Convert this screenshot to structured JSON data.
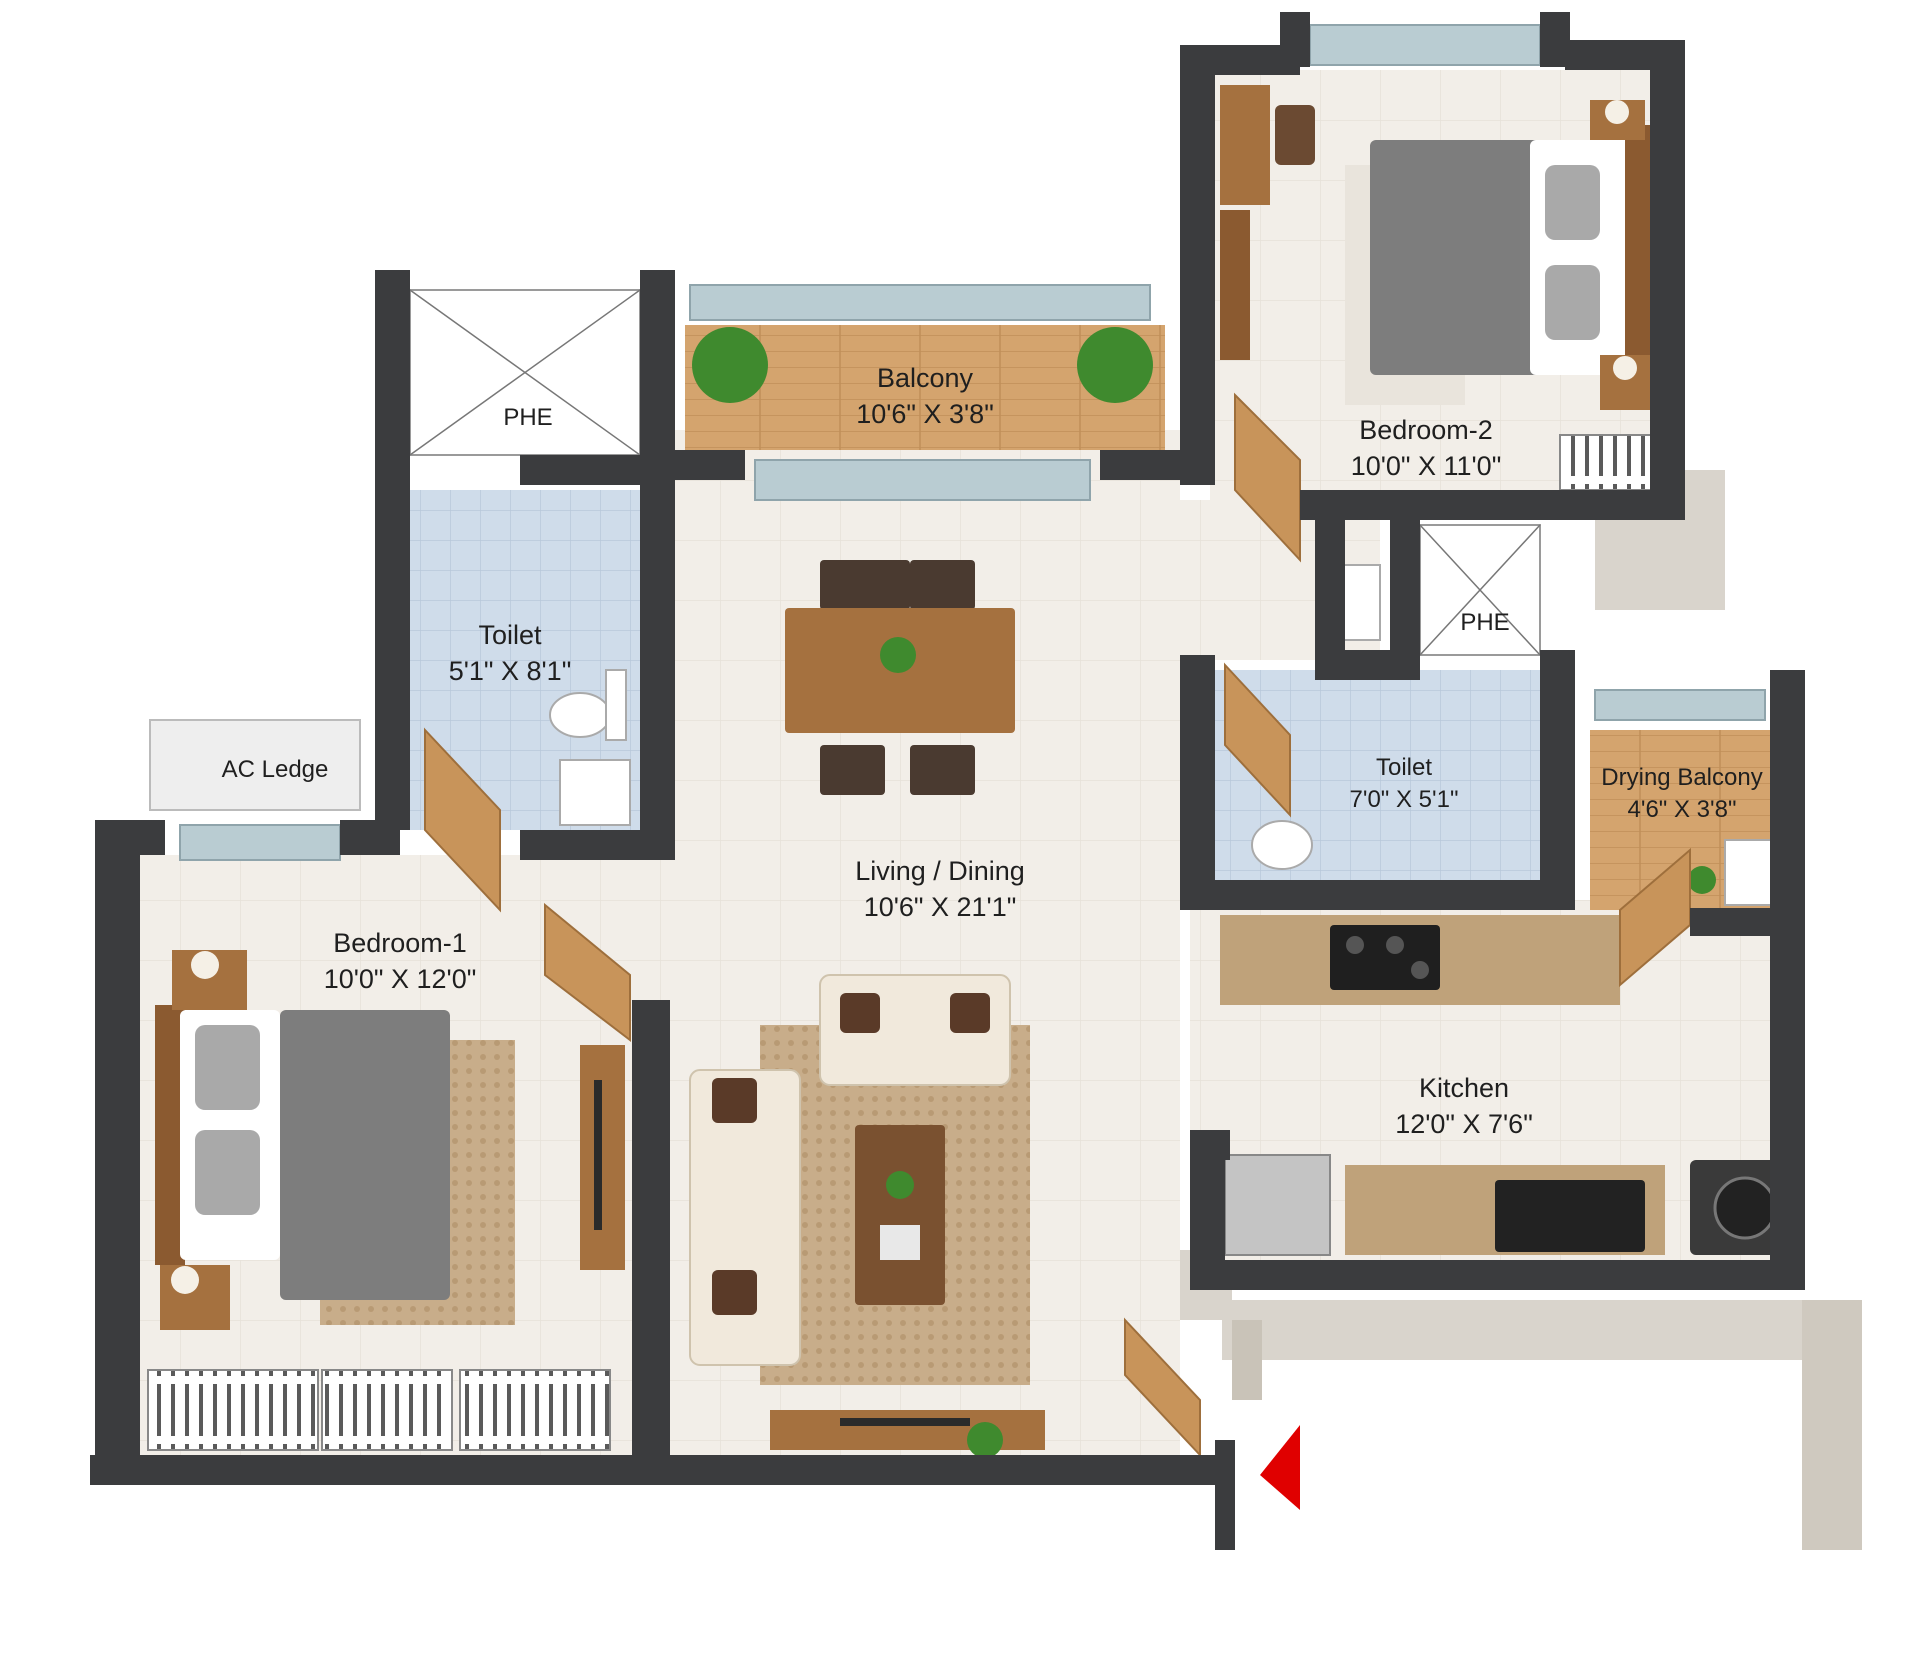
{
  "rooms": {
    "balcony": {
      "name": "Balcony",
      "dims": "10'6\" X 3'8\""
    },
    "phe_left": {
      "name": "PHE"
    },
    "bedroom2": {
      "name": "Bedroom-2",
      "dims": "10'0\" X 11'0\""
    },
    "toilet_left": {
      "name": "Toilet",
      "dims": "5'1\" X 8'1\""
    },
    "phe_right": {
      "name": "PHE"
    },
    "ac_ledge": {
      "name": "AC Ledge"
    },
    "toilet_right": {
      "name": "Toilet",
      "dims": "7'0\" X 5'1\""
    },
    "drying_balcony": {
      "name": "Drying Balcony",
      "dims": "4'6\" X 3'8\""
    },
    "living_dining": {
      "name": "Living / Dining",
      "dims": "10'6\" X 21'1\""
    },
    "bedroom1": {
      "name": "Bedroom-1",
      "dims": "10'0\" X 12'0\""
    },
    "kitchen": {
      "name": "Kitchen",
      "dims": "12'0\" X 7'6\""
    }
  },
  "colors": {
    "wall": "#3b3c3e",
    "wall_side": "#d9d4cc",
    "floor": "#f1ede6",
    "wood_floor": "#d4a46e",
    "tile": "#c9d8e6",
    "glass": "#b9ccd2",
    "door": "#c8945a",
    "entry_marker": "#e00000"
  },
  "icons": {
    "entry": "red-triangle-entry-marker"
  }
}
